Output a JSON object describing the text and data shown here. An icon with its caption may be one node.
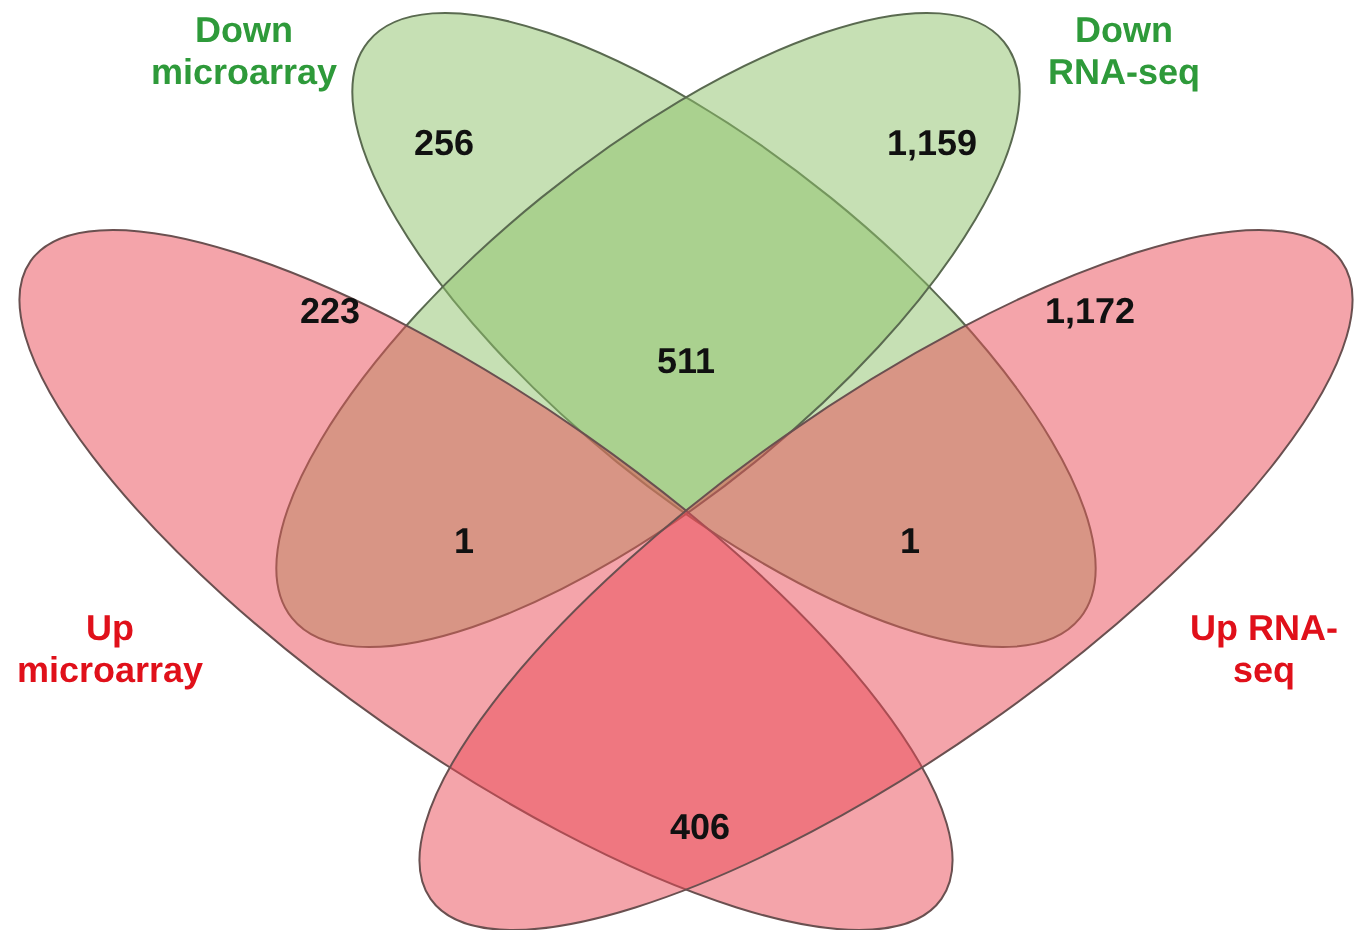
{
  "diagram": {
    "nodes": [
      {
        "text": [
          "Down microarray",
          "256"
        ]
      },
      {
        "text": [
          "Down RNA-seq",
          "1,159"
        ]
      },
      {
        "text": [
          "Up microarray",
          "223"
        ]
      },
      {
        "text": [
          "Up RNA-seq",
          "1,172"
        ]
      }
    ],
    "edges": [],
    "labels": [
      "511",
      "1",
      "1",
      "406"
    ]
  }
}
